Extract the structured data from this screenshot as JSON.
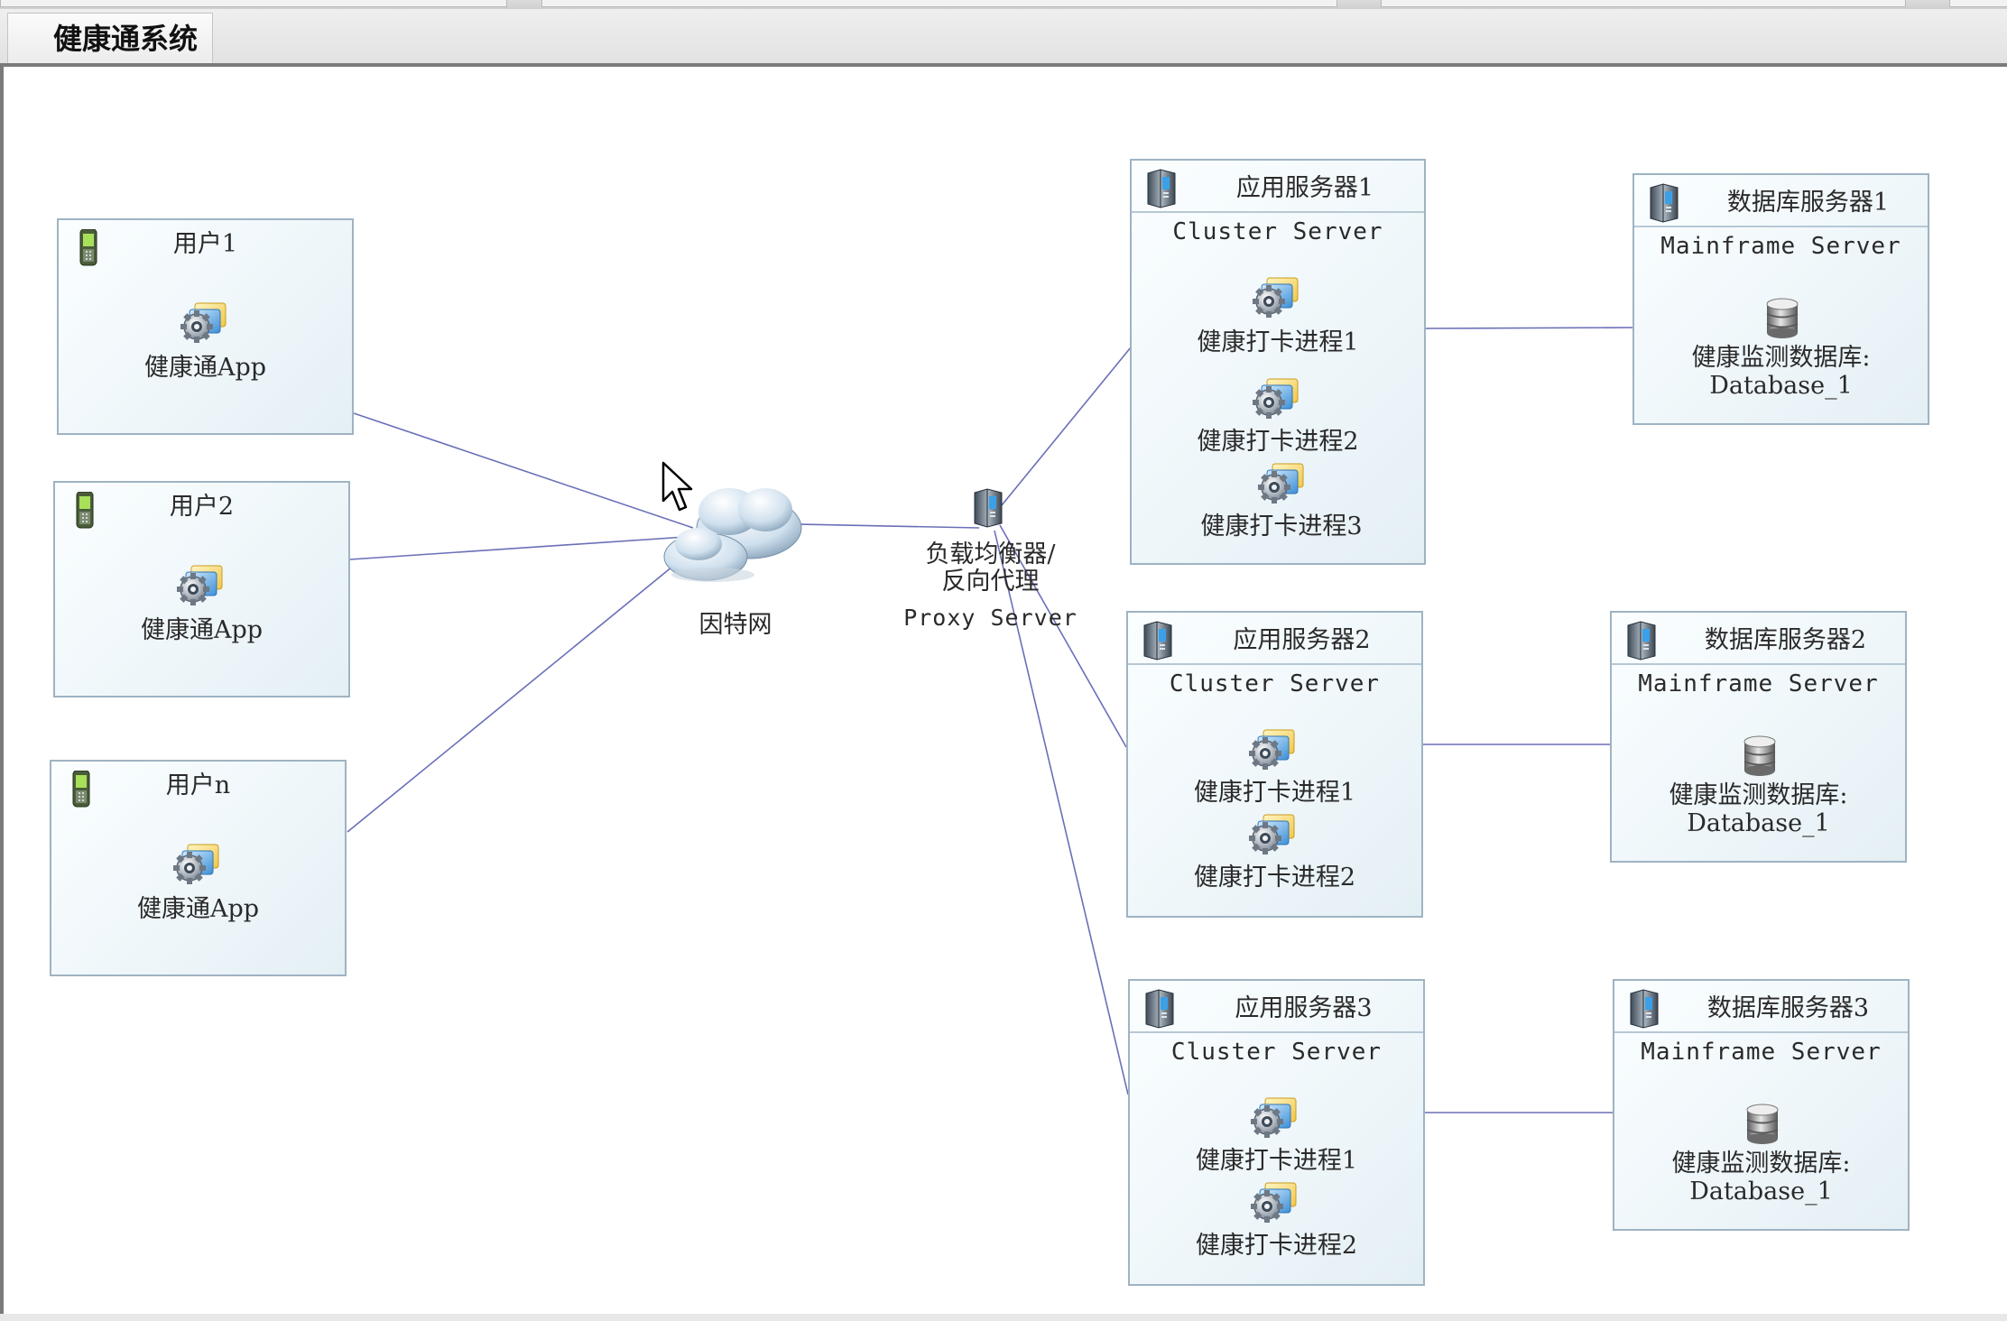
{
  "window": {
    "tab_title": "健康通系统"
  },
  "users": [
    {
      "name": "用户1",
      "app": "健康通App"
    },
    {
      "name": "用户2",
      "app": "健康通App"
    },
    {
      "name": "用户n",
      "app": "健康通App"
    }
  ],
  "internet": {
    "label": "因特网"
  },
  "proxy": {
    "label_line1": "负载均衡器/",
    "label_line2": "反向代理",
    "stereotype": "Proxy Server"
  },
  "app_servers": [
    {
      "name": "应用服务器1",
      "stereotype": "Cluster Server",
      "processes": [
        "健康打卡进程1",
        "健康打卡进程2",
        "健康打卡进程3"
      ]
    },
    {
      "name": "应用服务器2",
      "stereotype": "Cluster Server",
      "processes": [
        "健康打卡进程1",
        "健康打卡进程2"
      ]
    },
    {
      "name": "应用服务器3",
      "stereotype": "Cluster Server",
      "processes": [
        "健康打卡进程1",
        "健康打卡进程2"
      ]
    }
  ],
  "db_servers": [
    {
      "name": "数据库服务器1",
      "stereotype": "Mainframe Server",
      "db_line1": "健康监测数据库:",
      "db_line2": "Database_1"
    },
    {
      "name": "数据库服务器2",
      "stereotype": "Mainframe Server",
      "db_line1": "健康监测数据库:",
      "db_line2": "Database_1"
    },
    {
      "name": "数据库服务器3",
      "stereotype": "Mainframe Server",
      "db_line1": "健康监测数据库:",
      "db_line2": "Database_1"
    }
  ],
  "colors": {
    "link": "#6a6fb8",
    "node_border": "#9fb3c2",
    "node_fill": "#eef6f9"
  }
}
